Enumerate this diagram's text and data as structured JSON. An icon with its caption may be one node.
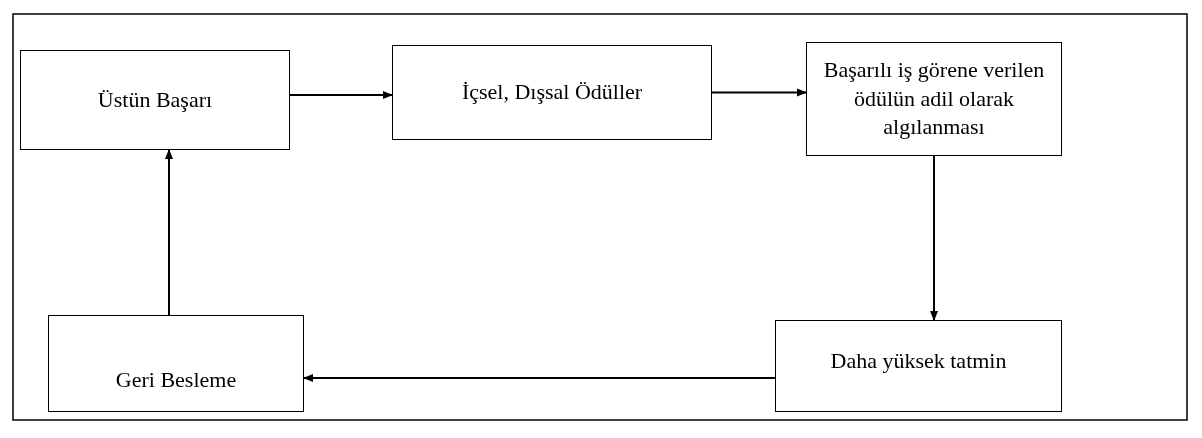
{
  "diagram": {
    "nodes": [
      {
        "text": [
          "Üstün Başarı"
        ]
      },
      {
        "text": [
          "İçsel, Dışsal Ödüller"
        ]
      },
      {
        "text": [
          "Başarılı iş görene verilen ödülün adil olarak algılanması"
        ]
      },
      {
        "text": [
          "Daha yüksek tatmin"
        ]
      },
      {
        "text": [
          "Geri Besleme"
        ]
      }
    ],
    "edges": [
      {
        "from": 0,
        "to": 1,
        "arrow": "to"
      },
      {
        "from": 1,
        "to": 2,
        "arrow": "to"
      },
      {
        "from": 2,
        "to": 3,
        "arrow": "to"
      },
      {
        "from": 3,
        "to": 4,
        "arrow": "to"
      },
      {
        "from": 4,
        "to": 0,
        "arrow": "to"
      }
    ]
  }
}
